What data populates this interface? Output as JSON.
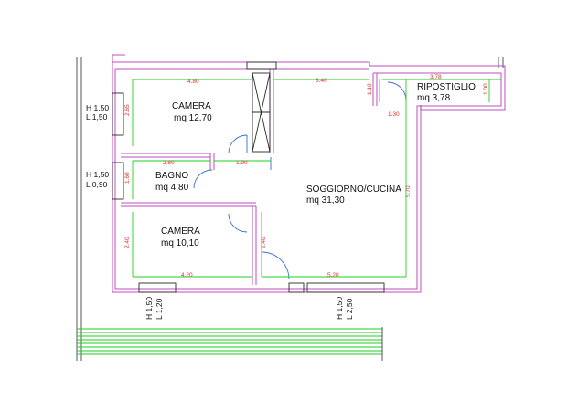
{
  "colors": {
    "wall": "#c24ec2",
    "dimension_line": "#1fd21f",
    "dimension_text": "#e0302a",
    "structure": "#2a2a2a",
    "door_arc": "#3a6fdc",
    "background": "#ffffff"
  },
  "rooms": {
    "camera1": {
      "name": "CAMERA",
      "area": "mq 12,70"
    },
    "bagno": {
      "name": "BAGNO",
      "area": "mq 4,80"
    },
    "camera2": {
      "name": "CAMERA",
      "area": "mq 10,10"
    },
    "soggiorno": {
      "name": "SOGGIORNO/CUCINA",
      "area": "mq 31,30"
    },
    "ripostiglio": {
      "name": "RIPOSTIGLIO",
      "area": "mq 3,78"
    }
  },
  "dimensions": {
    "camera1_width": "4.80",
    "camera1_height": "2.65",
    "bagno_width": "2.80",
    "bagno_height": "1.60",
    "corridor_width": "1.90",
    "camera2_height": "2.40",
    "camera2_width": "4.20",
    "soggiorno_top": "3.40",
    "soggiorno_height": "5.70",
    "soggiorno_bottom": "5.20",
    "door_height": "2.40",
    "ripostiglio_width": "3.78",
    "ripostiglio_left_height": "1.10",
    "ripostiglio_right_height": "1.00",
    "ripostiglio_offset": "1.30"
  },
  "windows": {
    "w1": {
      "h": "H 1,50",
      "l": "L 1,50"
    },
    "w2": {
      "h": "H 1,50",
      "l": "L 0,90"
    },
    "w3": {
      "h": "H 1,50",
      "l": "L 1,20"
    },
    "w4": {
      "h": "H 1,50",
      "l": "L 2,50"
    }
  }
}
